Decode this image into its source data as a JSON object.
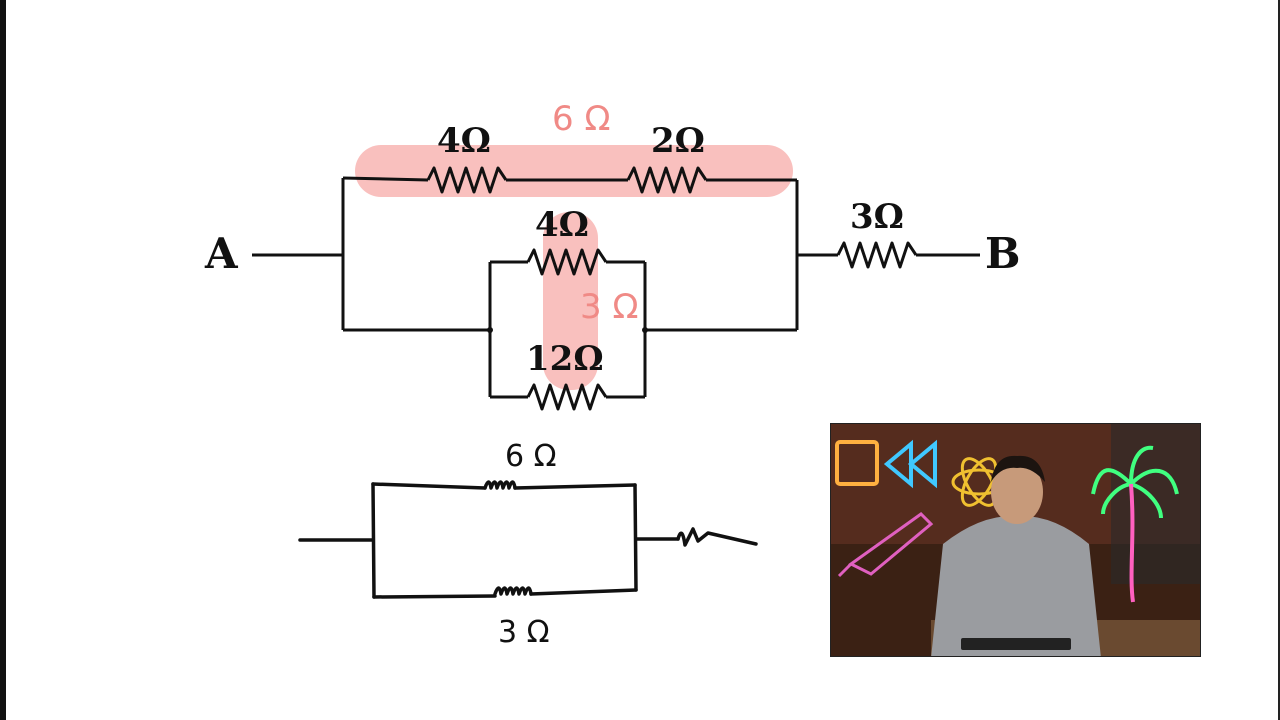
{
  "circuit": {
    "terminal_a": "A",
    "terminal_b": "B",
    "resistors": {
      "top_left": "4Ω",
      "top_right": "2Ω",
      "middle_top": "4Ω",
      "middle_bottom": "12Ω",
      "series": "3Ω"
    },
    "annotations": {
      "top_combined": "6 Ω",
      "middle_combined": "3 Ω"
    }
  },
  "simplified": {
    "top_label": "6 Ω",
    "bottom_label": "3 Ω"
  },
  "colors": {
    "highlight": "#f6a5a3",
    "annotation": "#f08a86",
    "ink": "#111111"
  },
  "webcam": {
    "icons": [
      "rewind-neon-icon",
      "palm-tree-neon-icon",
      "atom-neon-icon",
      "rocket-neon-icon"
    ]
  }
}
